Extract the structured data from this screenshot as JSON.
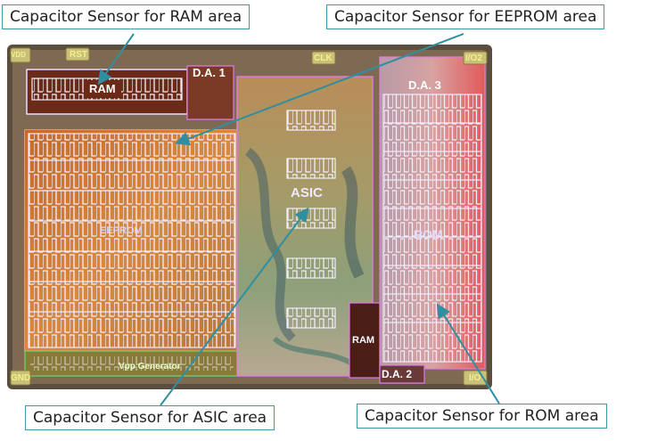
{
  "callouts": {
    "ram": "Capacitor Sensor for RAM area",
    "eeprom": "Capacitor Sensor for EEPROM area",
    "asic": "Capacitor Sensor for ASIC area",
    "rom": "Capacitor Sensor for ROM area"
  },
  "pads": {
    "vdd": "VDD",
    "rst": "RST",
    "clk": "CLK",
    "io2": "I/O2",
    "gnd": "GND",
    "io": "I/O"
  },
  "blocks": {
    "ram_top": "RAM",
    "da1": "D.A. 1",
    "da3": "D.A. 3",
    "da2": "D.A. 2",
    "eeprom": "EEPROM",
    "asic": "ASIC",
    "rom": "ROM",
    "ram_bottom": "RAM",
    "vpp": "Vpp Generator"
  },
  "colors": {
    "callout_border": "#3a9aa8",
    "arrow": "#2f8fa0",
    "sensor_outline": "#e8e4ff",
    "region_outline": "#c8a0ff"
  }
}
